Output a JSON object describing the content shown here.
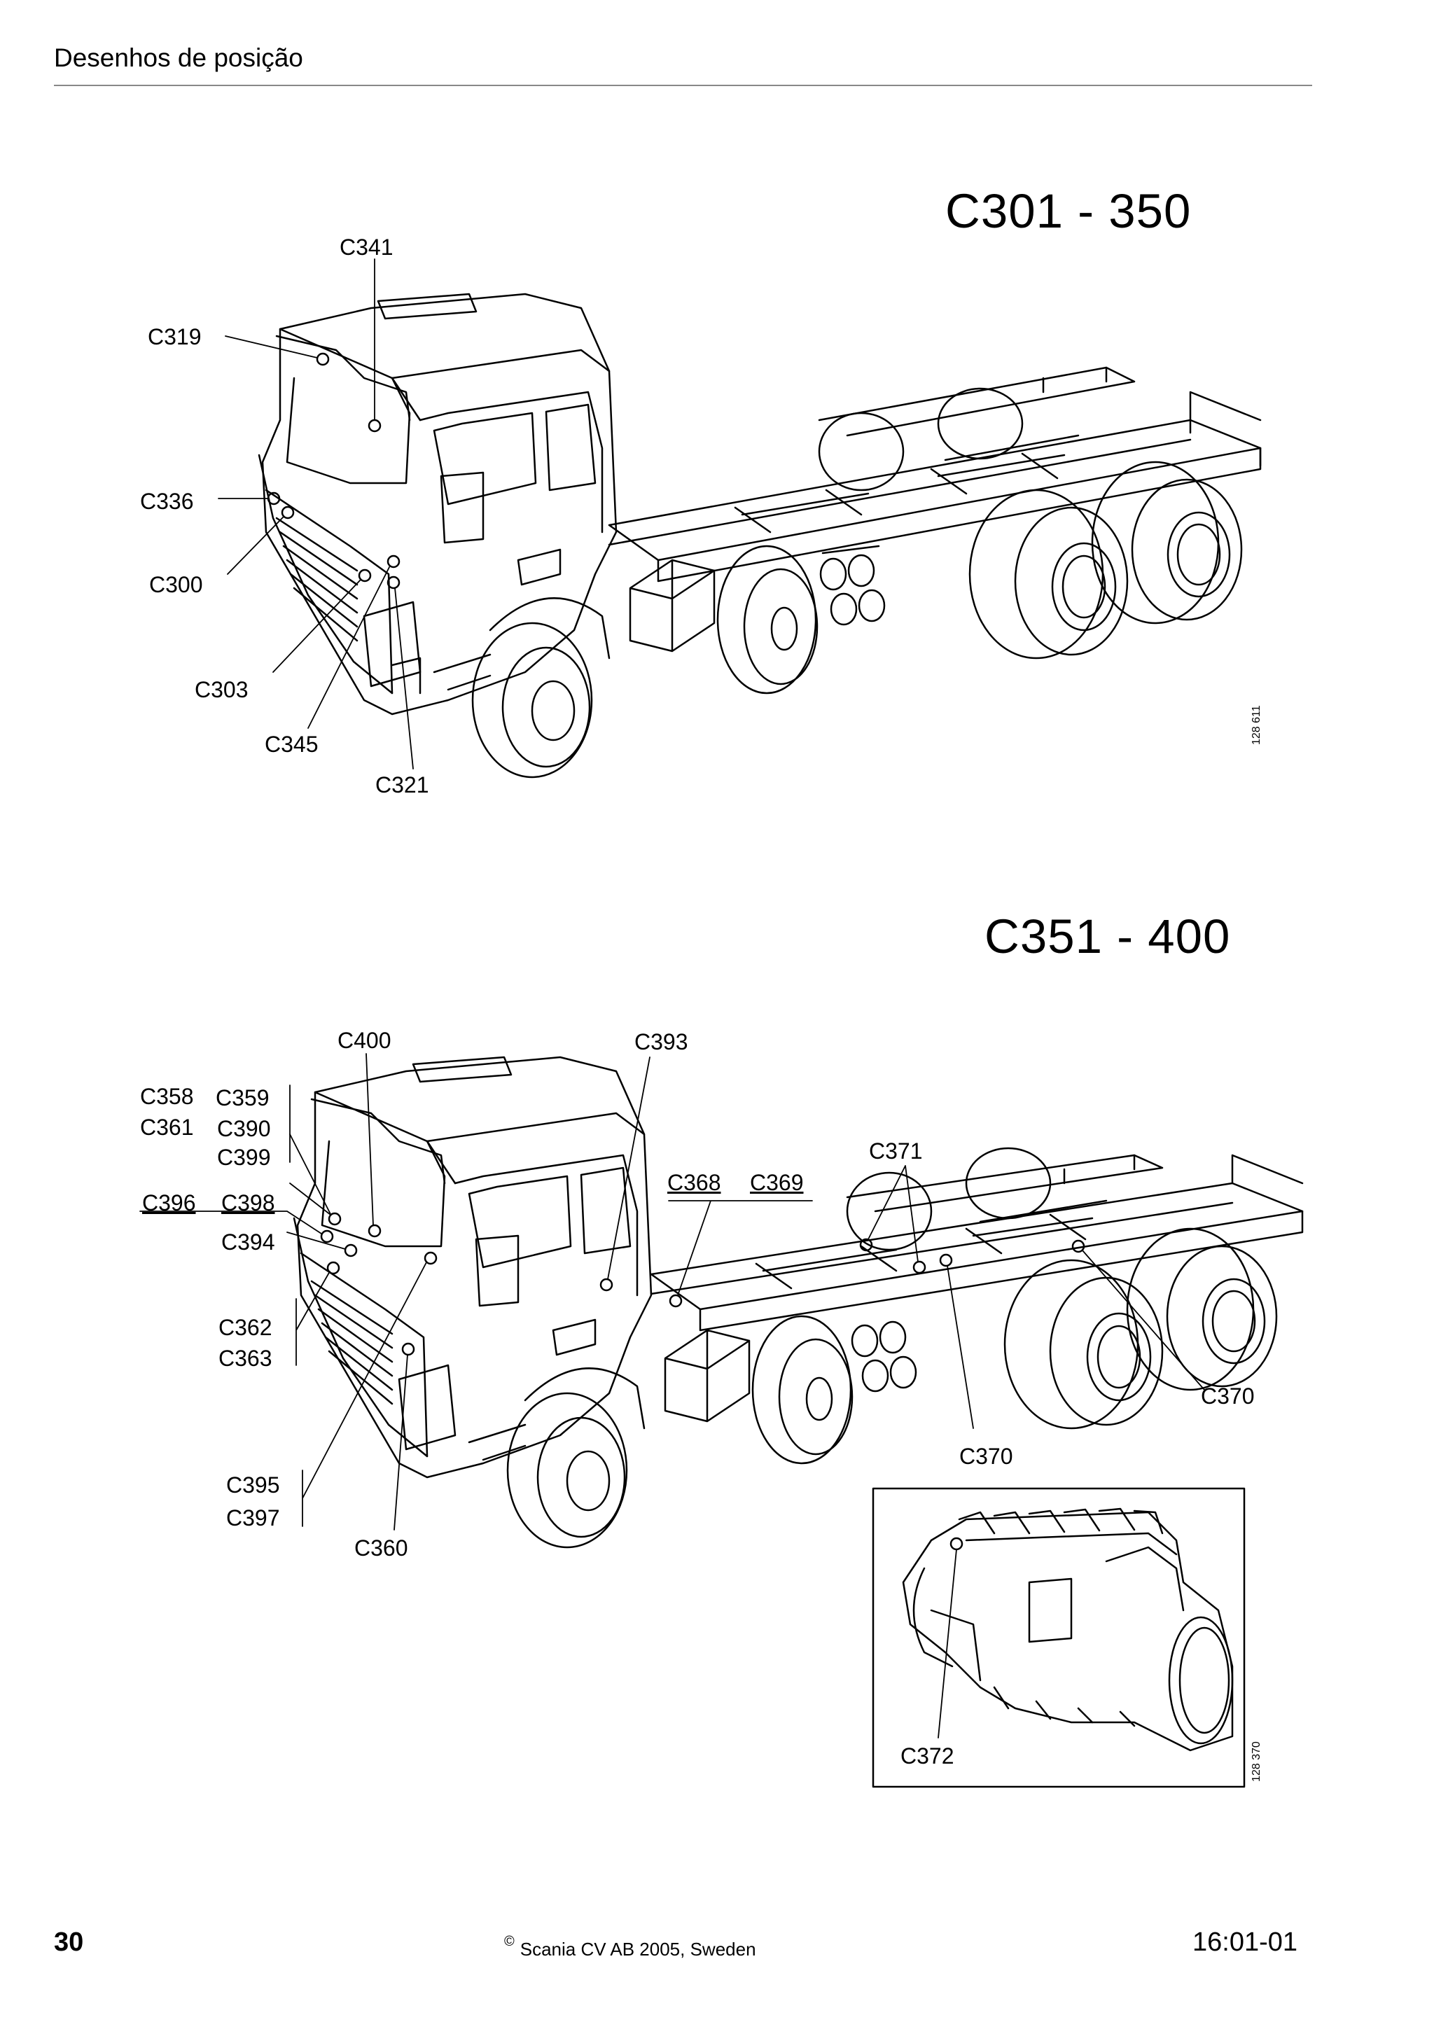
{
  "header": {
    "title": "Desenhos de posição"
  },
  "section1": {
    "title": "C301 - 350",
    "code": "128 611",
    "labels": [
      "C341",
      "C319",
      "C336",
      "C300",
      "C303",
      "C345",
      "C321"
    ]
  },
  "section2": {
    "title": "C351 - 400",
    "code": "128 370",
    "labels": [
      "C400",
      "C393",
      "C358",
      "C359",
      "C361",
      "C390",
      "C399",
      "C396",
      "C398",
      "C394",
      "C362",
      "C363",
      "C395",
      "C397",
      "C360",
      "C368",
      "C369",
      "C371",
      "C370",
      "C370",
      "C372"
    ]
  },
  "footer": {
    "page_number": "30",
    "copyright_symbol": "©",
    "copyright": "Scania CV AB 2005, Sweden",
    "doc_ref": "16:01-01"
  }
}
